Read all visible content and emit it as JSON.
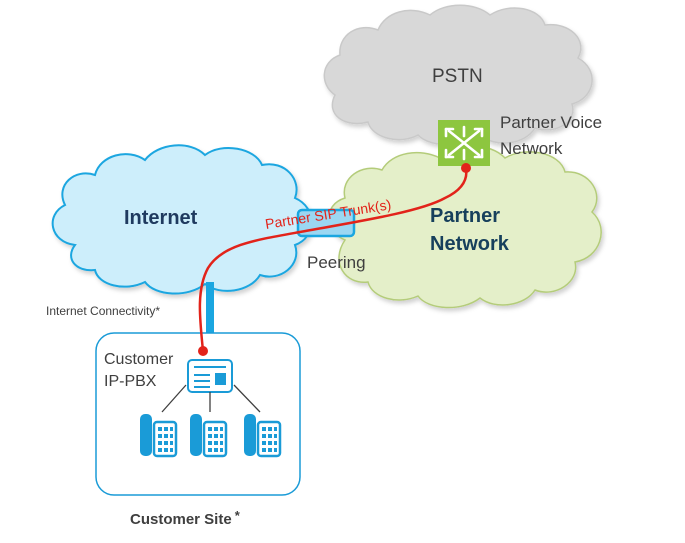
{
  "labels": {
    "pstn": "PSTN",
    "partner_voice_line1": "Partner Voice",
    "partner_voice_line2": "Network",
    "internet": "Internet",
    "partner_network_line1": "Partner",
    "partner_network_line2": "Network",
    "sip_trunk": "Partner SIP Trunk(s)",
    "peering": "Peering",
    "internet_connectivity": "Internet Connectivity*",
    "customer_line1": "Customer",
    "customer_line2": "IP-PBX",
    "customer_site": "Customer Site",
    "customer_site_asterisk": "*"
  },
  "colors": {
    "internet_cloud_fill": "#cdeefb",
    "internet_cloud_stroke": "#1aa6e0",
    "partner_cloud_fill": "#e4efc9",
    "partner_cloud_stroke": "#b4cc7a",
    "pstn_cloud_fill": "#d8d8d8",
    "voice_switch_fill": "#8dc63f",
    "trunk_line": "#e2231a",
    "connector_blue": "#1aa6e0",
    "icon_blue": "#1a9bd7",
    "internet_text": "#1f3a5f",
    "partner_text": "#17405c"
  },
  "icons": [
    "pstn-cloud",
    "voice-switch-icon",
    "pbx-icon",
    "desk-phone-icon"
  ]
}
